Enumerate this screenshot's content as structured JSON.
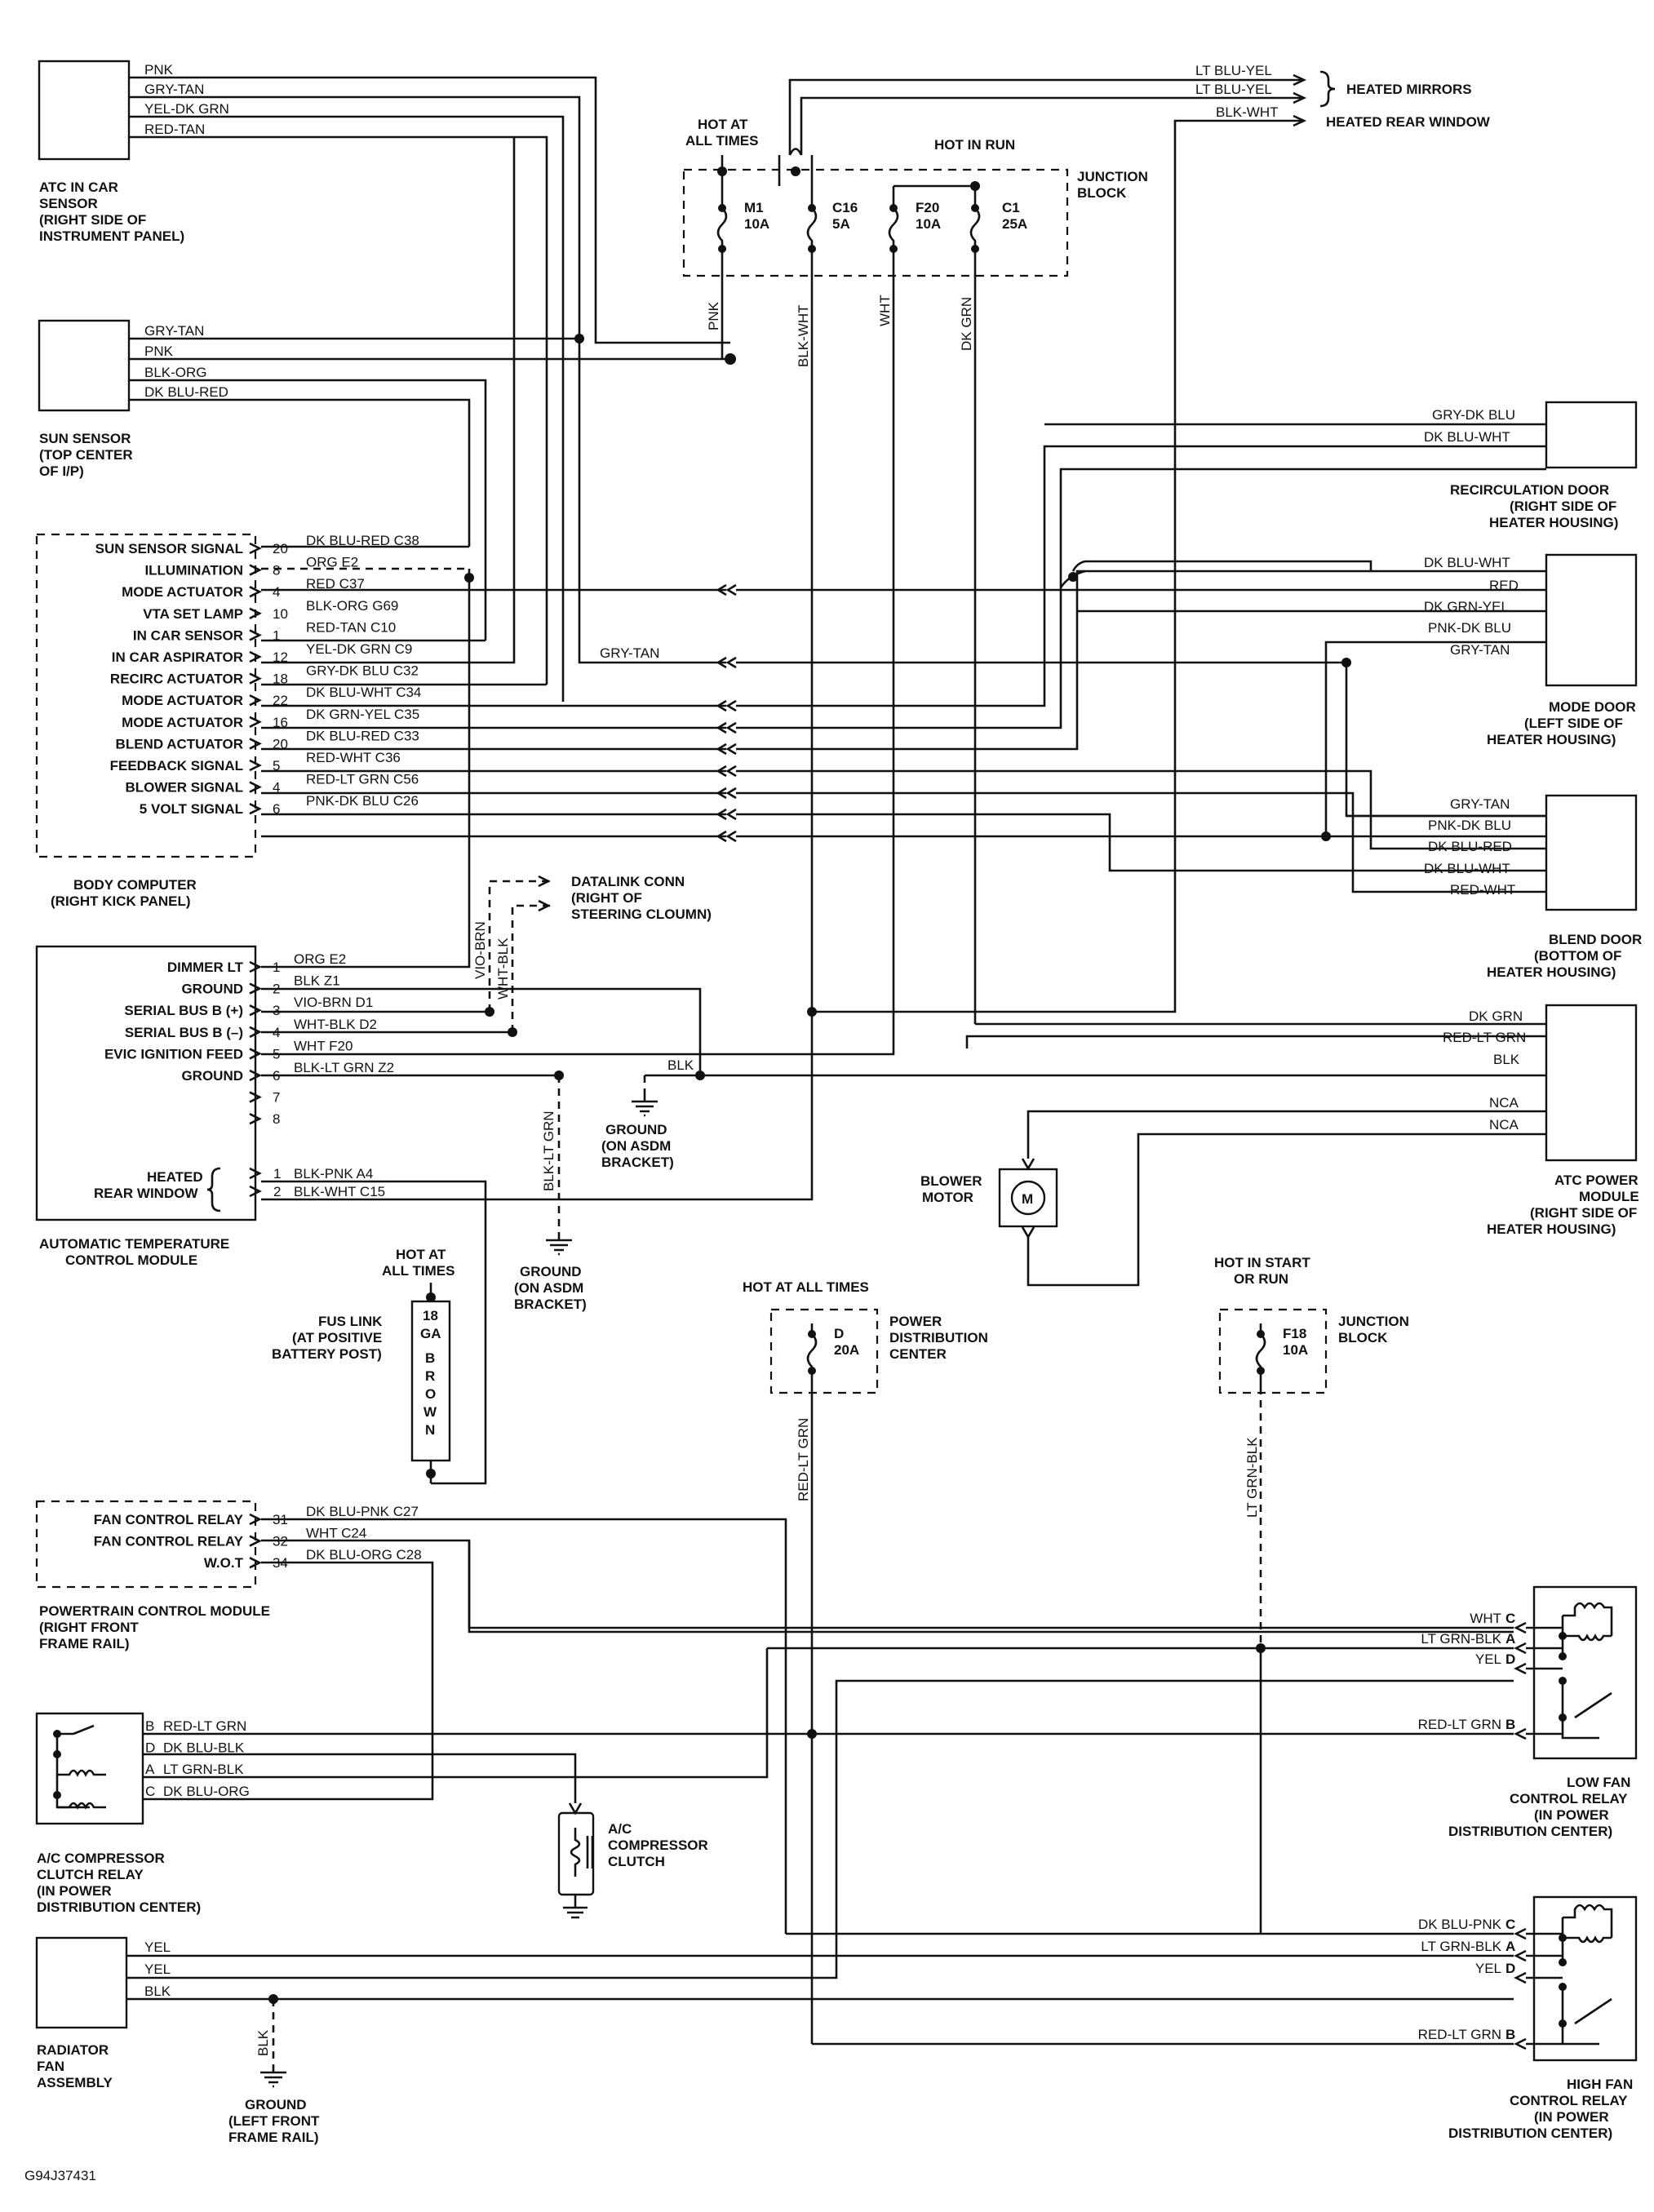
{
  "diagram_id": "G94J37431",
  "components": {
    "atc_sensor": [
      "ATC IN CAR",
      "SENSOR",
      "(RIGHT SIDE OF",
      "INSTRUMENT PANEL)"
    ],
    "sun_sensor": [
      "SUN SENSOR",
      "(TOP CENTER",
      "OF I/P)"
    ],
    "body_computer": [
      "BODY COMPUTER",
      "(RIGHT KICK PANEL)"
    ],
    "atc_module": [
      "AUTOMATIC TEMPERATURE",
      "CONTROL MODULE"
    ],
    "pcm": [
      "POWERTRAIN CONTROL MODULE",
      "(RIGHT FRONT",
      "FRAME RAIL)"
    ],
    "ac_relay": [
      "A/C COMPRESSOR",
      "CLUTCH RELAY",
      "(IN POWER",
      "DISTRIBUTION CENTER)"
    ],
    "radiator_fan": [
      "RADIATOR",
      "FAN",
      "ASSEMBLY"
    ],
    "recirc_door": [
      "RECIRCULATION DOOR",
      "(RIGHT SIDE OF",
      "HEATER HOUSING)"
    ],
    "mode_door": [
      "MODE DOOR",
      "(LEFT SIDE OF",
      "HEATER HOUSING)"
    ],
    "blend_door": [
      "BLEND DOOR",
      "(BOTTOM OF",
      "HEATER HOUSING)"
    ],
    "atc_power_module": [
      "ATC POWER",
      "MODULE",
      "(RIGHT SIDE OF",
      "HEATER HOUSING)"
    ],
    "low_fan_relay": [
      "LOW FAN",
      "CONTROL RELAY",
      "(IN POWER",
      "DISTRIBUTION CENTER)"
    ],
    "high_fan_relay": [
      "HIGH FAN",
      "CONTROL RELAY",
      "(IN POWER",
      "DISTRIBUTION CENTER)"
    ],
    "blower_motor": [
      "BLOWER",
      "MOTOR"
    ],
    "motor_symbol": "M",
    "ac_clutch": [
      "A/C",
      "COMPRESSOR",
      "CLUTCH"
    ],
    "junction_block_top": [
      "JUNCTION",
      "BLOCK"
    ],
    "junction_block_bottom": [
      "JUNCTION",
      "BLOCK"
    ],
    "power_dist_center": [
      "POWER",
      "DISTRIBUTION",
      "CENTER"
    ],
    "datalink": [
      "DATALINK CONN",
      "(RIGHT OF",
      "STEERING CLOUMN)"
    ],
    "ground_asdm_1": [
      "GROUND",
      "(ON ASDM",
      "BRACKET)"
    ],
    "ground_asdm_2": [
      "GROUND",
      "(ON ASDM",
      "BRACKET)"
    ],
    "ground_frame": [
      "GROUND",
      "(LEFT FRONT",
      "FRAME RAIL)"
    ],
    "fus_link": [
      "FUS LINK",
      "(AT POSITIVE",
      "BATTERY POST)"
    ],
    "fus_link_text": [
      "18",
      "GA",
      "B",
      "R",
      "O",
      "W",
      "N"
    ]
  },
  "feeds": {
    "hot_at_all_times_top": [
      "HOT AT",
      "ALL TIMES"
    ],
    "hot_in_run": "HOT IN RUN",
    "hot_at_all_times_fus": [
      "HOT AT",
      "ALL TIMES"
    ],
    "hot_at_all_times_pdc": "HOT AT ALL TIMES",
    "hot_in_start_or_run": [
      "HOT IN START",
      "OR RUN"
    ]
  },
  "outputs": {
    "heated_mirrors": "HEATED MIRRORS",
    "heated_rear_window": "HEATED REAR WINDOW"
  },
  "fuses": [
    {
      "id": "M1",
      "rating": "10A"
    },
    {
      "id": "C16",
      "rating": "5A"
    },
    {
      "id": "F20",
      "rating": "10A"
    },
    {
      "id": "C1",
      "rating": "25A"
    },
    {
      "id": "D",
      "rating": "20A"
    },
    {
      "id": "F18",
      "rating": "10A"
    }
  ],
  "wires": {
    "atc_sensor": [
      "PNK",
      "GRY-TAN",
      "YEL-DK GRN",
      "RED-TAN"
    ],
    "sun_sensor": [
      "GRY-TAN",
      "PNK",
      "BLK-ORG",
      "DK BLU-RED"
    ],
    "top_right": [
      "LT BLU-YEL",
      "LT BLU-YEL",
      "BLK-WHT"
    ],
    "fuse_verticals": [
      "PNK",
      "BLK-WHT",
      "WHT",
      "DK GRN"
    ],
    "recirc": [
      "GRY-DK BLU",
      "DK BLU-WHT"
    ],
    "mode": [
      "DK BLU-WHT",
      "RED",
      "DK GRN-YEL",
      "PNK-DK BLU",
      "GRY-TAN"
    ],
    "blend": [
      "GRY-TAN",
      "PNK-DK BLU",
      "DK BLU-RED",
      "DK BLU-WHT",
      "RED-WHT"
    ],
    "power_module": [
      "DK GRN",
      "RED-LT GRN",
      "BLK",
      "NCA",
      "NCA"
    ],
    "gry_tan_bus": "GRY-TAN",
    "vio_brn": "VIO-BRN",
    "wht_blk": "WHT-BLK",
    "blk": "BLK",
    "blk_lt_grn": "BLK-LT GRN",
    "red_lt_grn_vertical": "RED-LT GRN",
    "lt_grn_blk_vertical": "LT GRN-BLK",
    "blk_ground": "BLK",
    "radiator": [
      "YEL",
      "YEL",
      "BLK"
    ],
    "low_fan": [
      {
        "name": "WHT",
        "pin": "C"
      },
      {
        "name": "LT GRN-BLK",
        "pin": "A"
      },
      {
        "name": "YEL",
        "pin": "D"
      },
      {
        "name": "RED-LT GRN",
        "pin": "B"
      }
    ],
    "high_fan": [
      {
        "name": "DK BLU-PNK",
        "pin": "C"
      },
      {
        "name": "LT GRN-BLK",
        "pin": "A"
      },
      {
        "name": "YEL",
        "pin": "D"
      },
      {
        "name": "RED-LT GRN",
        "pin": "B"
      }
    ]
  },
  "body_computer_pins": [
    {
      "signal": "SUN SENSOR SIGNAL",
      "pin": "20",
      "wire": "DK BLU-RED C38"
    },
    {
      "signal": "ILLUMINATION",
      "pin": "8",
      "wire": "ORG E2"
    },
    {
      "signal": "MODE ACTUATOR",
      "pin": "4",
      "wire": "RED C37"
    },
    {
      "signal": "VTA SET LAMP",
      "pin": "10",
      "wire": "BLK-ORG G69"
    },
    {
      "signal": "IN CAR SENSOR",
      "pin": "1",
      "wire": "RED-TAN C10"
    },
    {
      "signal": "IN CAR ASPIRATOR",
      "pin": "12",
      "wire": "YEL-DK GRN C9"
    },
    {
      "signal": "RECIRC ACTUATOR",
      "pin": "18",
      "wire": "GRY-DK BLU C32"
    },
    {
      "signal": "MODE ACTUATOR",
      "pin": "22",
      "wire": "DK BLU-WHT C34"
    },
    {
      "signal": "MODE ACTUATOR",
      "pin": "16",
      "wire": "DK GRN-YEL C35"
    },
    {
      "signal": "BLEND ACTUATOR",
      "pin": "20",
      "wire": "DK BLU-RED C33"
    },
    {
      "signal": "FEEDBACK SIGNAL",
      "pin": "5",
      "wire": "RED-WHT C36"
    },
    {
      "signal": "BLOWER SIGNAL",
      "pin": "4",
      "wire": "RED-LT GRN C56"
    },
    {
      "signal": "5 VOLT SIGNAL",
      "pin": "6",
      "wire": "PNK-DK BLU C26"
    }
  ],
  "atc_module_pins": [
    {
      "signal": "DIMMER LT",
      "pin": "1",
      "wire": "ORG E2"
    },
    {
      "signal": "GROUND",
      "pin": "2",
      "wire": "BLK Z1"
    },
    {
      "signal": "SERIAL BUS B (+)",
      "pin": "3",
      "wire": "VIO-BRN D1"
    },
    {
      "signal": "SERIAL BUS B (–)",
      "pin": "4",
      "wire": "WHT-BLK D2"
    },
    {
      "signal": "EVIC IGNITION FEED",
      "pin": "5",
      "wire": "WHT F20"
    },
    {
      "signal": "GROUND",
      "pin": "6",
      "wire": "BLK-LT GRN Z2"
    },
    {
      "signal": "",
      "pin": "7",
      "wire": ""
    },
    {
      "signal": "",
      "pin": "8",
      "wire": ""
    }
  ],
  "atc_module_rear": {
    "signal": [
      "HEATED",
      "REAR WINDOW"
    ],
    "pins": [
      {
        "pin": "1",
        "wire": "BLK-PNK A4"
      },
      {
        "pin": "2",
        "wire": "BLK-WHT C15"
      }
    ]
  },
  "pcm_pins": [
    {
      "signal": "FAN CONTROL RELAY",
      "pin": "31",
      "wire": "DK BLU-PNK C27"
    },
    {
      "signal": "FAN CONTROL RELAY",
      "pin": "32",
      "wire": "WHT C24"
    },
    {
      "signal": "W.O.T",
      "pin": "34",
      "wire": "DK BLU-ORG C28"
    }
  ],
  "ac_relay_pins": [
    {
      "pin": "B",
      "wire": "RED-LT GRN"
    },
    {
      "pin": "D",
      "wire": "DK BLU-BLK"
    },
    {
      "pin": "A",
      "wire": "LT GRN-BLK"
    },
    {
      "pin": "C",
      "wire": "DK BLU-ORG"
    }
  ]
}
